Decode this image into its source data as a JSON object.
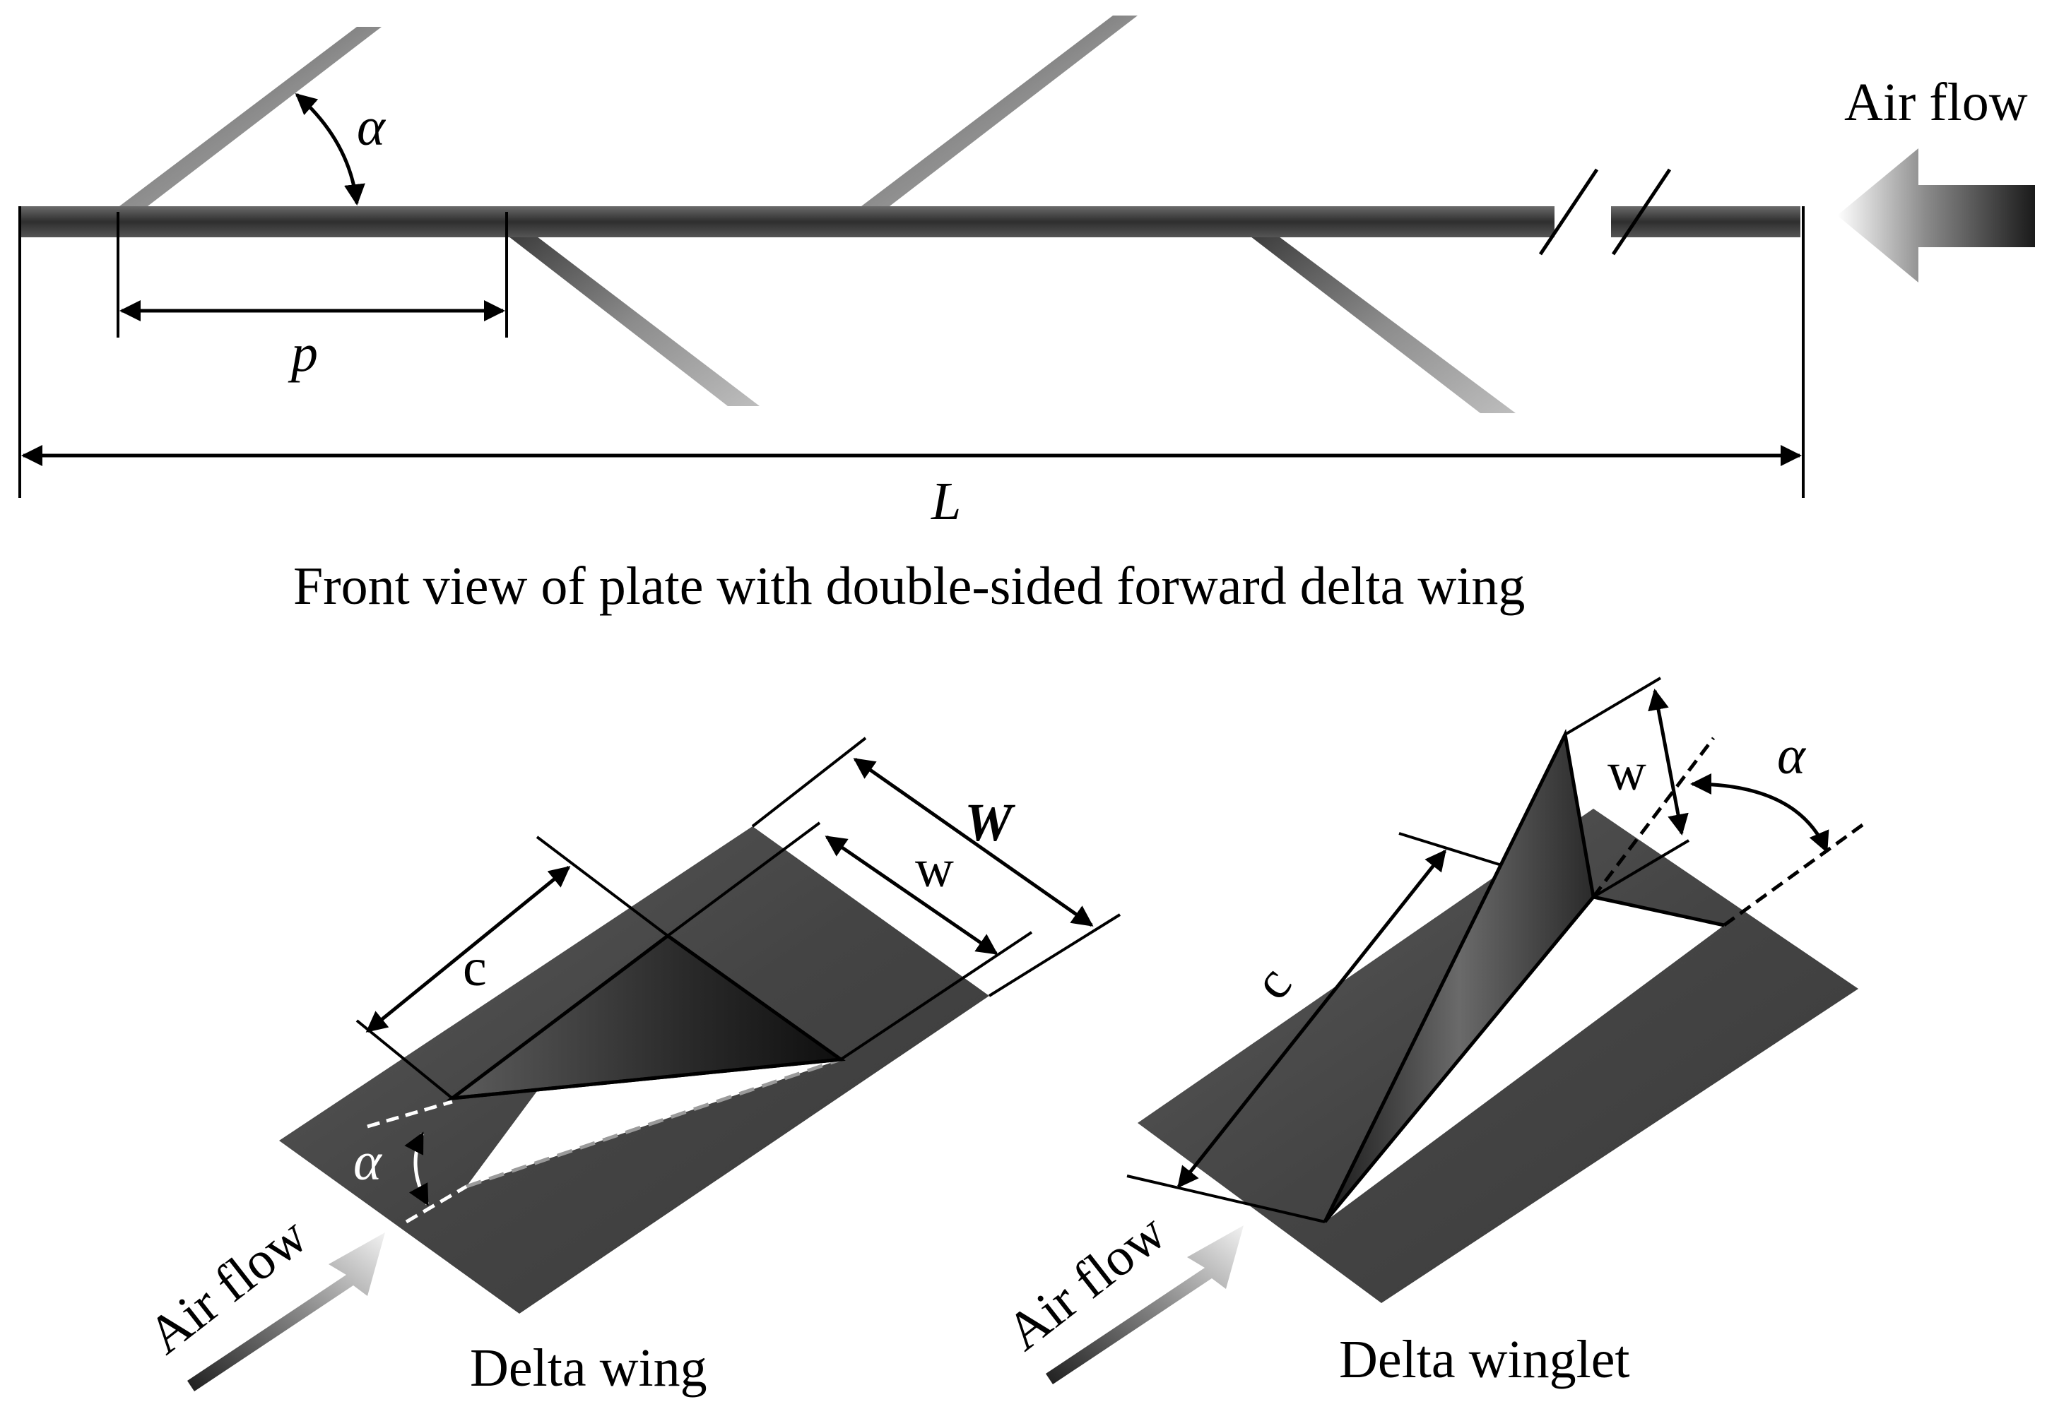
{
  "front_view": {
    "caption": "Front view of plate with double-sided forward delta wing",
    "angle_label": "α",
    "pitch_label": "p",
    "length_label": "L",
    "airflow_label": "Air flow"
  },
  "delta_wing": {
    "caption": "Delta wing",
    "chord_label": "c",
    "plate_width_label": "W",
    "wing_width_label": "w",
    "angle_label": "α",
    "airflow_label": "Air flow"
  },
  "delta_winglet": {
    "caption": "Delta winglet",
    "chord_label": "c",
    "winglet_width_label": "w",
    "angle_label": "α",
    "airflow_label": "Air flow"
  },
  "colors": {
    "plate": "#4a4a4a",
    "fin": "#707070",
    "line": "#000000",
    "dashed_guide": "#9a9a9a"
  }
}
